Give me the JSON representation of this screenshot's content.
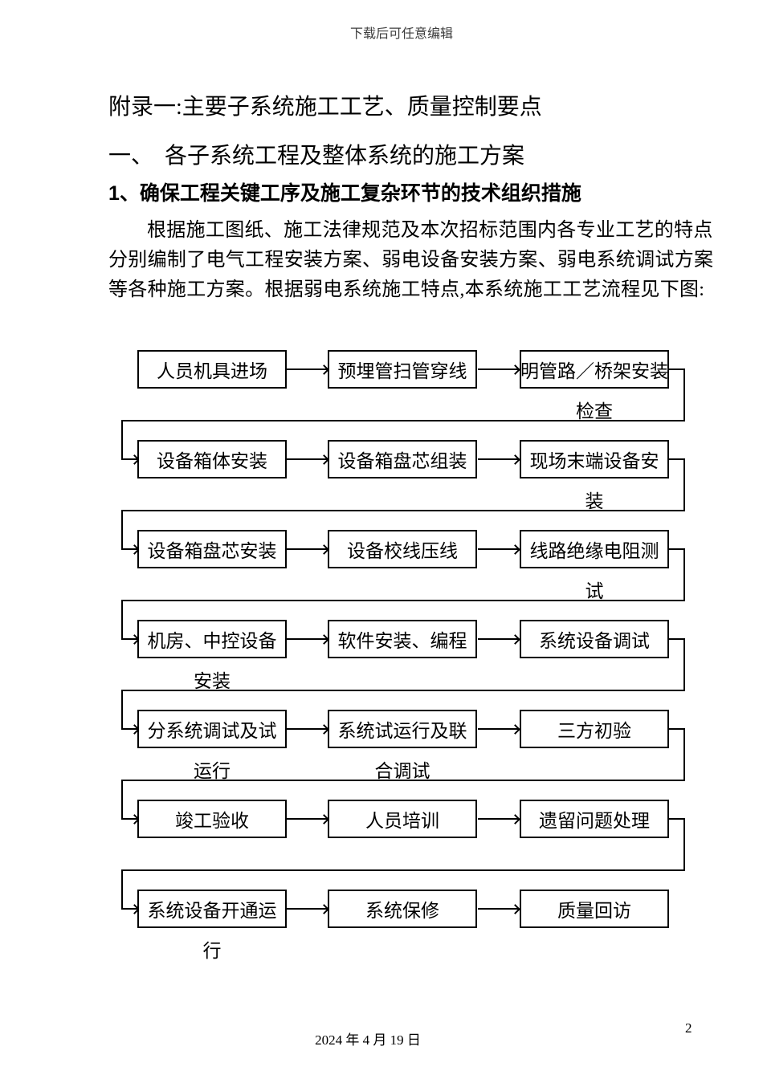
{
  "page": {
    "watermark": "下载后可任意编辑",
    "footer_date": "2024 年 4 月 19 日",
    "page_number": "2"
  },
  "content": {
    "title": "附录一:主要子系统施工工艺、质量控制要点",
    "section_heading": "一、　各子系统工程及整体系统的施工方案",
    "sub_heading": "1、确保工程关键工序及施工复杂环节的技术组织措施",
    "paragraph_lines": [
      "根据施工图纸、施工法律规范及本次招标范围内各专业工艺的特点",
      "分别编制了电气工程安装方案、弱电设备安装方案、弱电系统调试方案",
      "等各种施工方案。根据弱电系统施工特点,本系统施工工艺流程见下图:"
    ]
  },
  "flowchart": {
    "rows": [
      {
        "boxes": [
          {
            "label": "人员机具进场"
          },
          {
            "label": "预埋管扫管穿线"
          },
          {
            "label": "明管路／桥架安装",
            "overflow": "检查"
          }
        ]
      },
      {
        "boxes": [
          {
            "label": "设备箱体安装"
          },
          {
            "label": "设备箱盘芯组装"
          },
          {
            "label": "现场末端设备安",
            "overflow": "装"
          }
        ]
      },
      {
        "boxes": [
          {
            "label": "设备箱盘芯安装"
          },
          {
            "label": "设备校线压线"
          },
          {
            "label": "线路绝缘电阻测",
            "overflow": "试"
          }
        ]
      },
      {
        "boxes": [
          {
            "label": "机房、中控设备",
            "overflow": "安装"
          },
          {
            "label": "软件安装、编程"
          },
          {
            "label": "系统设备调试"
          }
        ]
      },
      {
        "boxes": [
          {
            "label": "分系统调试及试",
            "overflow": "运行"
          },
          {
            "label": "系统试运行及联",
            "overflow": "合调试"
          },
          {
            "label": "三方初验"
          }
        ]
      },
      {
        "boxes": [
          {
            "label": "竣工验收"
          },
          {
            "label": "人员培训"
          },
          {
            "label": "遗留问题处理"
          }
        ]
      },
      {
        "boxes": [
          {
            "label": "系统设备开通运",
            "overflow": "行"
          },
          {
            "label": "系统保修"
          },
          {
            "label": "质量回访"
          }
        ]
      }
    ]
  },
  "colors": {
    "text": "#000000",
    "watermark": "#3d3d3d",
    "line": "#000000",
    "background": "#ffffff"
  }
}
